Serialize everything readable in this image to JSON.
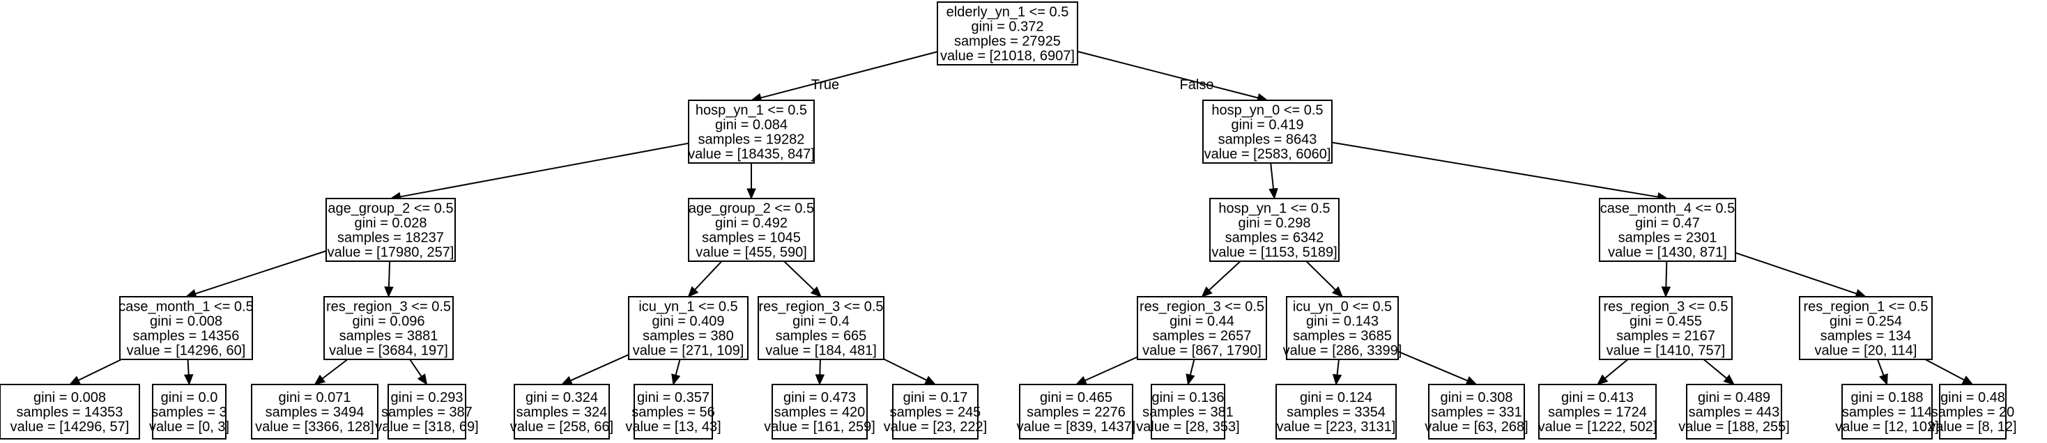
{
  "nodes": [
    {
      "id": "n0",
      "lines": [
        "elderly_yn_1 <= 0.5",
        "gini = 0.372",
        "samples = 27925",
        "value = [21018, 6907]"
      ]
    },
    {
      "id": "n1",
      "lines": [
        "hosp_yn_1 <= 0.5",
        "gini = 0.084",
        "samples = 19282",
        "value = [18435, 847]"
      ]
    },
    {
      "id": "n2",
      "lines": [
        "hosp_yn_0 <= 0.5",
        "gini = 0.419",
        "samples = 8643",
        "value = [2583, 6060]"
      ]
    },
    {
      "id": "n3",
      "lines": [
        "age_group_2 <= 0.5",
        "gini = 0.028",
        "samples = 18237",
        "value = [17980, 257]"
      ]
    },
    {
      "id": "n4",
      "lines": [
        "age_group_2 <= 0.5",
        "gini = 0.492",
        "samples = 1045",
        "value = [455, 590]"
      ]
    },
    {
      "id": "n5",
      "lines": [
        "hosp_yn_1 <= 0.5",
        "gini = 0.298",
        "samples = 6342",
        "value = [1153, 5189]"
      ]
    },
    {
      "id": "n6",
      "lines": [
        "case_month_4 <= 0.5",
        "gini = 0.47",
        "samples = 2301",
        "value = [1430, 871]"
      ]
    },
    {
      "id": "n7",
      "lines": [
        "case_month_1 <= 0.5",
        "gini = 0.008",
        "samples = 14356",
        "value = [14296, 60]"
      ]
    },
    {
      "id": "n8",
      "lines": [
        "res_region_3 <= 0.5",
        "gini = 0.096",
        "samples = 3881",
        "value = [3684, 197]"
      ]
    },
    {
      "id": "n9",
      "lines": [
        "icu_yn_1 <= 0.5",
        "gini = 0.409",
        "samples = 380",
        "value = [271, 109]"
      ]
    },
    {
      "id": "n10",
      "lines": [
        "res_region_3 <= 0.5",
        "gini = 0.4",
        "samples = 665",
        "value = [184, 481]"
      ]
    },
    {
      "id": "n11",
      "lines": [
        "res_region_3 <= 0.5",
        "gini = 0.44",
        "samples = 2657",
        "value = [867, 1790]"
      ]
    },
    {
      "id": "n12",
      "lines": [
        "icu_yn_0 <= 0.5",
        "gini = 0.143",
        "samples = 3685",
        "value = [286, 3399]"
      ]
    },
    {
      "id": "n13",
      "lines": [
        "res_region_3 <= 0.5",
        "gini = 0.455",
        "samples = 2167",
        "value = [1410, 757]"
      ]
    },
    {
      "id": "n14",
      "lines": [
        "res_region_1 <= 0.5",
        "gini = 0.254",
        "samples = 134",
        "value = [20, 114]"
      ]
    },
    {
      "id": "n15",
      "lines": [
        "gini = 0.008",
        "samples = 14353",
        "value = [14296, 57]"
      ]
    },
    {
      "id": "n16",
      "lines": [
        "gini = 0.0",
        "samples = 3",
        "value = [0, 3]"
      ]
    },
    {
      "id": "n17",
      "lines": [
        "gini = 0.071",
        "samples = 3494",
        "value = [3366, 128]"
      ]
    },
    {
      "id": "n18",
      "lines": [
        "gini = 0.293",
        "samples = 387",
        "value = [318, 69]"
      ]
    },
    {
      "id": "n19",
      "lines": [
        "gini = 0.324",
        "samples = 324",
        "value = [258, 66]"
      ]
    },
    {
      "id": "n20",
      "lines": [
        "gini = 0.357",
        "samples = 56",
        "value = [13, 43]"
      ]
    },
    {
      "id": "n21",
      "lines": [
        "gini = 0.473",
        "samples = 420",
        "value = [161, 259]"
      ]
    },
    {
      "id": "n22",
      "lines": [
        "gini = 0.17",
        "samples = 245",
        "value = [23, 222]"
      ]
    },
    {
      "id": "n23",
      "lines": [
        "gini = 0.465",
        "samples = 2276",
        "value = [839, 1437]"
      ]
    },
    {
      "id": "n24",
      "lines": [
        "gini = 0.136",
        "samples = 381",
        "value = [28, 353]"
      ]
    },
    {
      "id": "n25",
      "lines": [
        "gini = 0.124",
        "samples = 3354",
        "value = [223, 3131]"
      ]
    },
    {
      "id": "n26",
      "lines": [
        "gini = 0.308",
        "samples = 331",
        "value = [63, 268]"
      ]
    },
    {
      "id": "n27",
      "lines": [
        "gini = 0.413",
        "samples = 1724",
        "value = [1222, 502]"
      ]
    },
    {
      "id": "n28",
      "lines": [
        "gini = 0.489",
        "samples = 443",
        "value = [188, 255]"
      ]
    },
    {
      "id": "n29",
      "lines": [
        "gini = 0.188",
        "samples = 114",
        "value = [12, 102]"
      ]
    },
    {
      "id": "n30",
      "lines": [
        "gini = 0.48",
        "samples = 20",
        "value = [8, 12]"
      ]
    }
  ],
  "edges": [
    {
      "from": "n0",
      "to": "n1",
      "label": "True"
    },
    {
      "from": "n0",
      "to": "n2",
      "label": "False"
    },
    {
      "from": "n1",
      "to": "n3",
      "label": ""
    },
    {
      "from": "n1",
      "to": "n4",
      "label": ""
    },
    {
      "from": "n2",
      "to": "n5",
      "label": ""
    },
    {
      "from": "n2",
      "to": "n6",
      "label": ""
    },
    {
      "from": "n3",
      "to": "n7",
      "label": ""
    },
    {
      "from": "n3",
      "to": "n8",
      "label": ""
    },
    {
      "from": "n4",
      "to": "n9",
      "label": ""
    },
    {
      "from": "n4",
      "to": "n10",
      "label": ""
    },
    {
      "from": "n5",
      "to": "n11",
      "label": ""
    },
    {
      "from": "n5",
      "to": "n12",
      "label": ""
    },
    {
      "from": "n6",
      "to": "n13",
      "label": ""
    },
    {
      "from": "n6",
      "to": "n14",
      "label": ""
    },
    {
      "from": "n7",
      "to": "n15",
      "label": ""
    },
    {
      "from": "n7",
      "to": "n16",
      "label": ""
    },
    {
      "from": "n8",
      "to": "n17",
      "label": ""
    },
    {
      "from": "n8",
      "to": "n18",
      "label": ""
    },
    {
      "from": "n9",
      "to": "n19",
      "label": ""
    },
    {
      "from": "n9",
      "to": "n20",
      "label": ""
    },
    {
      "from": "n10",
      "to": "n21",
      "label": ""
    },
    {
      "from": "n10",
      "to": "n22",
      "label": ""
    },
    {
      "from": "n11",
      "to": "n23",
      "label": ""
    },
    {
      "from": "n11",
      "to": "n24",
      "label": ""
    },
    {
      "from": "n12",
      "to": "n25",
      "label": ""
    },
    {
      "from": "n12",
      "to": "n26",
      "label": ""
    },
    {
      "from": "n13",
      "to": "n27",
      "label": ""
    },
    {
      "from": "n13",
      "to": "n28",
      "label": ""
    },
    {
      "from": "n14",
      "to": "n29",
      "label": ""
    },
    {
      "from": "n14",
      "to": "n30",
      "label": ""
    }
  ]
}
